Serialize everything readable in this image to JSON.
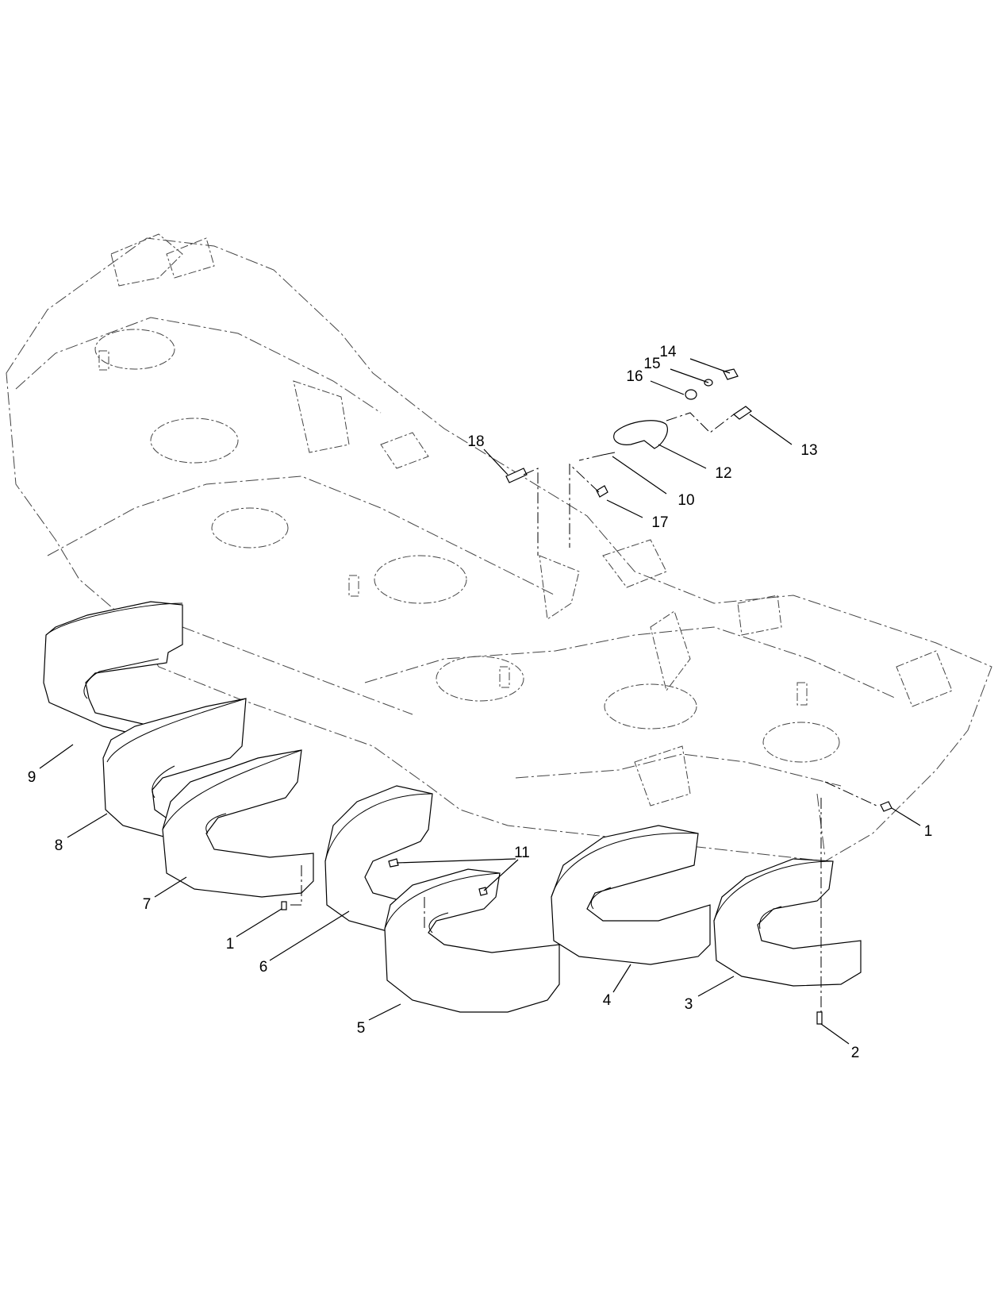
{
  "diagram": {
    "callouts": [
      {
        "id": "c1a",
        "label": "1"
      },
      {
        "id": "c1b",
        "label": "1"
      },
      {
        "id": "c2",
        "label": "2"
      },
      {
        "id": "c3",
        "label": "3"
      },
      {
        "id": "c4",
        "label": "4"
      },
      {
        "id": "c5",
        "label": "5"
      },
      {
        "id": "c6",
        "label": "6"
      },
      {
        "id": "c7",
        "label": "7"
      },
      {
        "id": "c8",
        "label": "8"
      },
      {
        "id": "c9",
        "label": "9"
      },
      {
        "id": "c10",
        "label": "10"
      },
      {
        "id": "c11",
        "label": "11"
      },
      {
        "id": "c12",
        "label": "12"
      },
      {
        "id": "c13",
        "label": "13"
      },
      {
        "id": "c14",
        "label": "14"
      },
      {
        "id": "c15",
        "label": "15"
      },
      {
        "id": "c16",
        "label": "16"
      },
      {
        "id": "c17",
        "label": "17"
      },
      {
        "id": "c18",
        "label": "18"
      }
    ]
  }
}
